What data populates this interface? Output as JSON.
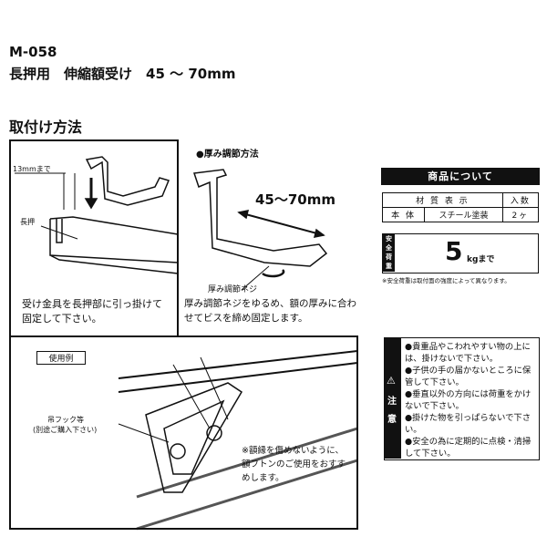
{
  "header": {
    "model": "M-058",
    "title": "長押用　伸縮額受け　45 ～ 70mm"
  },
  "section_title": "取付け方法",
  "step1": {
    "dim_label": "13mmまで",
    "part_label": "長押",
    "instruction": "受け金具を長押部に引っ掛けて固定して下さい。"
  },
  "step2": {
    "heading": "●厚み調節方法",
    "range": "45～70mm",
    "screw_label": "厚み調節ネジ",
    "instruction": "厚み調節ネジをゆるめ、額の厚みに合わせてビスを締め固定します。"
  },
  "example": {
    "label": "使用例",
    "hook_label": "吊フック等",
    "hook_note": "(別途ご購入下さい)",
    "note": "※額縁を傷めないように、額フトンのご使用をおすすめします。"
  },
  "product": {
    "heading": "商品について",
    "table_headers": [
      "材 質 表 示",
      "入数"
    ],
    "rows": [
      [
        "本 体",
        "スチール塗装",
        "2ヶ"
      ]
    ],
    "load_label": "安全荷重",
    "load_value": "5",
    "load_unit": "kgまで",
    "load_note": "※安全荷重は取付面の強度によって異なります。"
  },
  "caution": {
    "label": "注意",
    "icon": "warning-triangle-icon",
    "items": [
      "●貴重品やこわれやすい物の上には、掛けないで下さい。",
      "●子供の手の届かないところに保管して下さい。",
      "●垂直以外の方向には荷重をかけないで下さい。",
      "●掛けた物を引っぱらないで下さい。",
      "●安全の為に定期的に点検・清掃して下さい。"
    ]
  }
}
